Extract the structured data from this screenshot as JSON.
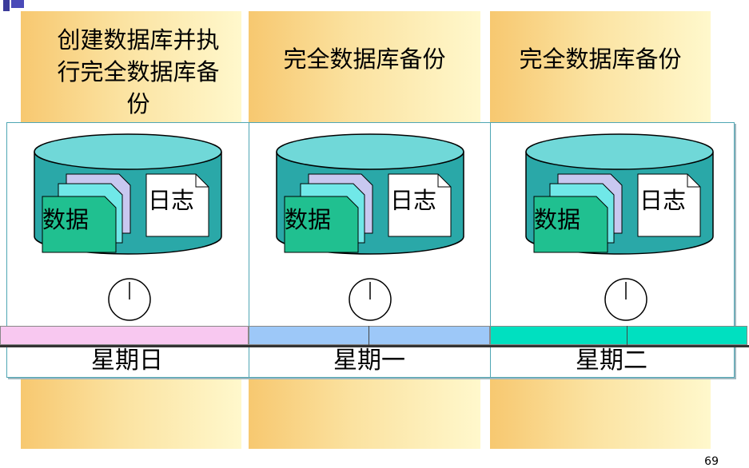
{
  "columns": [
    {
      "title": "创建数据库并执行完全数据库备份",
      "data_label": "数据",
      "log_label": "日志",
      "day": "星期日"
    },
    {
      "title": "完全数据库备份",
      "data_label": "数据",
      "log_label": "日志",
      "day": "星期一"
    },
    {
      "title": "完全数据库备份",
      "data_label": "数据",
      "log_label": "日志",
      "day": "星期二"
    }
  ],
  "colors": {
    "day_bar_sunday": "#f8c8f0",
    "day_bar_monday": "#9dc8f8",
    "day_bar_tuesday": "#00e0c0",
    "drum_body": "#2aa8a8",
    "drum_top": "#70d8d8",
    "data_page": "#20c090",
    "log_page": "#ffffff"
  },
  "page_number": "69"
}
